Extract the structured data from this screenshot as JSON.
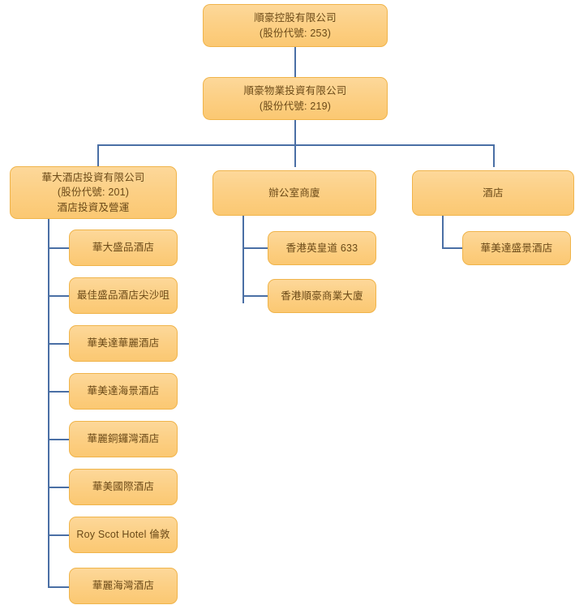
{
  "diagram": {
    "title": "Corporate structure chart",
    "colors": {
      "node_fill_top": "#fdd89a",
      "node_fill_bottom": "#fbc872",
      "node_border": "#f0b44a",
      "node_text": "#6b4a18",
      "connector": "#4a6fa5",
      "background": "#ffffff"
    }
  },
  "level1": {
    "name": "順豪控股有限公司",
    "code": "(股份代號: 253)"
  },
  "level2": {
    "name": "順豪物業投資有限公司",
    "code": "(股份代號: 219)"
  },
  "level3": [
    {
      "name": "華大酒店投資有限公司",
      "code": "(股份代號: 201)",
      "note": "酒店投資及營運"
    },
    {
      "name": "辦公室商廈"
    },
    {
      "name": "酒店"
    }
  ],
  "hotels_children": [
    {
      "label": "華大盛品酒店"
    },
    {
      "label": "最佳盛品酒店尖沙咀"
    },
    {
      "label": "華美達華麗酒店"
    },
    {
      "label": "華美達海景酒店"
    },
    {
      "label": "華麗銅鑼灣酒店"
    },
    {
      "label": "華美國際酒店"
    },
    {
      "label": "Roy Scot Hotel 倫敦"
    },
    {
      "label": "華麗海灣酒店"
    }
  ],
  "office_children": [
    {
      "label": "香港英皇道 633"
    },
    {
      "label": "香港順豪商業大廈"
    }
  ],
  "hotel_branch_children": [
    {
      "label": "華美達盛景酒店"
    }
  ]
}
